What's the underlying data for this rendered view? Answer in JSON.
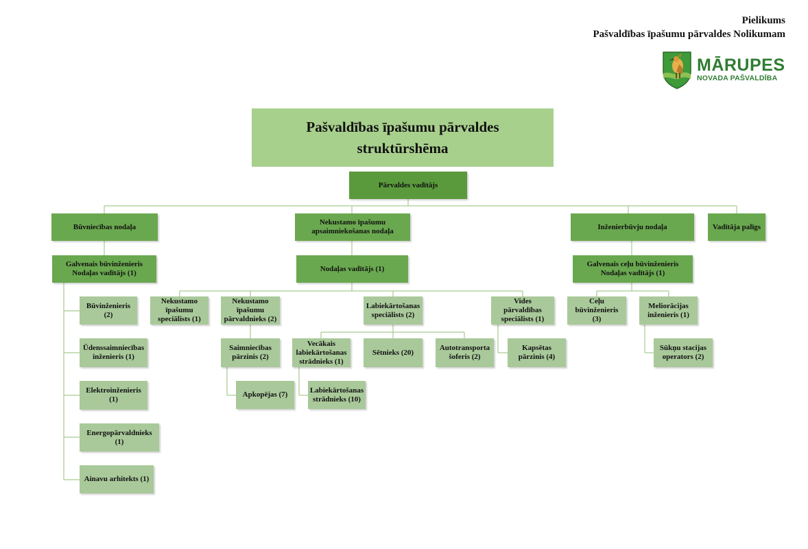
{
  "header": {
    "line1": "Pielikums",
    "line2": "Pašvaldības īpašumu pārvaldes Nolikumam"
  },
  "logo": {
    "icon": "marupe-coat-of-arms-icon",
    "title": "MĀRUPES",
    "subtitle": "NOVADA PAŠVALDĪBA",
    "brand_color": "#2f7d32"
  },
  "colors": {
    "title_box": "#a8d08d",
    "department_box": "#6aa84f",
    "head_box": "#5a9a3c",
    "position_box": "#a9c99a",
    "connector": "#a6c98f"
  },
  "chart": {
    "title_line1": "Pašvaldības īpašumu pārvaldes",
    "title_line2": "struktūrshēma",
    "director": "Pārvaldes vadītājs",
    "departments": {
      "construction": "Būvniecības nodaļa",
      "real_estate": "Nekustamo īpašumu apsaimniekošanas nodaļa",
      "engineering": "Inženierbūvju nodaļa",
      "assistant": "Vadītāja palīgs"
    },
    "heads": {
      "construction": "Galvenais būvinženieris Nodaļas vadītājs (1)",
      "real_estate": "Nodaļas vadītājs (1)",
      "engineering": "Galvenais ceļu būvinženieris Nodaļas vadītājs (1)"
    },
    "construction_staff": [
      "Būvinženieris (2)",
      "Ūdenssaimniecības inženieris (1)",
      "Elektroinženieris (1)",
      "Energopārvaldnieks (1)",
      "Ainavu arhitekts (1)"
    ],
    "real_estate_staff": {
      "specialist": "Nekustamo īpašumu speciālists (1)",
      "manager": "Nekustamo īpašumu pārvaldnieks (2)",
      "landscaping_specialists": "Labiekārtošanas speciālists (2)",
      "environment_specialists": "Vides pārvaldības speciālists (1)",
      "household_manager": "Saimniecības pārzinis (2)",
      "cleaners": "Apkopējas (7)",
      "senior_worker": "Vecākais labiekārtošanas strādnieks (1)",
      "janitors": "Sētnieks (20)",
      "driver": "Autotransporta šoferis (2)",
      "landscaping_workers": "Labiekārtošanas strādnieks (10)",
      "cemetery_manager": "Kapsētas pārzinis (4)"
    },
    "engineering_staff": {
      "road_engineer": "Ceļu būvinženieris (3)",
      "melioration_engineer": "Meliorācijas inženieris (1)",
      "pump_operators": "Sūkņu stacijas operators (2)"
    }
  }
}
